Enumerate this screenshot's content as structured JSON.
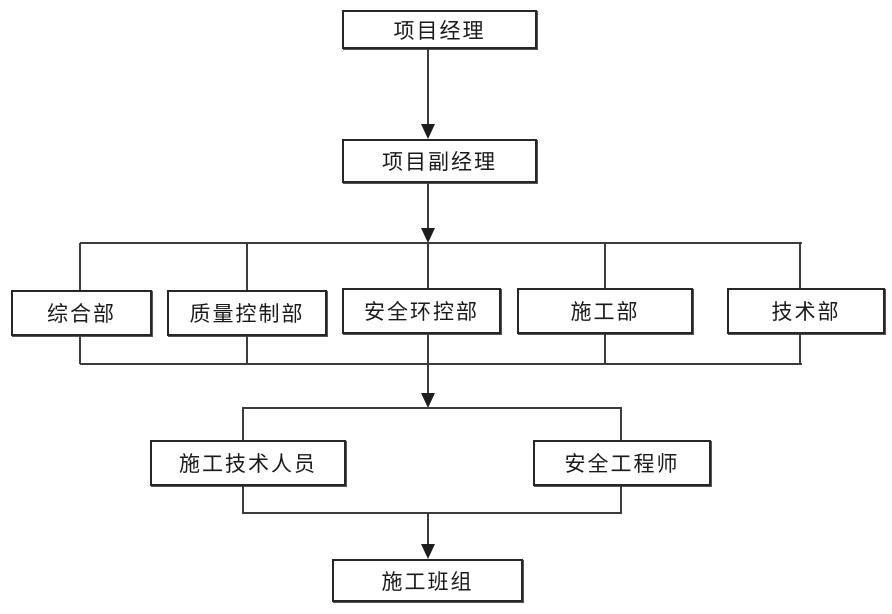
{
  "diagram": {
    "kind": "organization-flow-chart",
    "language": "zh-CN",
    "background_color": "#ffffff",
    "line_color": "#3c3c3c",
    "box_border_color": "#262626",
    "text_color": "#1a1a1a",
    "nodes": {
      "project_manager": {
        "label": "项目经理",
        "level": 1
      },
      "deputy_project_manager": {
        "label": "项目副经理",
        "level": 2
      },
      "general_dept": {
        "label": "综合部",
        "level": 3
      },
      "quality_control_dept": {
        "label": "质量控制部",
        "level": 3
      },
      "safety_env_control_dept": {
        "label": "安全环控部",
        "level": 3
      },
      "construction_dept": {
        "label": "施工部",
        "level": 3
      },
      "technology_dept": {
        "label": "技术部",
        "level": 3
      },
      "construction_tech_staff": {
        "label": "施工技术人员",
        "level": 4
      },
      "safety_engineer": {
        "label": "安全工程师",
        "level": 4
      },
      "construction_crew": {
        "label": "施工班组",
        "level": 5
      }
    },
    "edges": [
      {
        "from": "project_manager",
        "to": "deputy_project_manager",
        "arrow": true
      },
      {
        "from": "deputy_project_manager",
        "to": "general_dept",
        "arrow": true
      },
      {
        "from": "deputy_project_manager",
        "to": "quality_control_dept",
        "arrow": true
      },
      {
        "from": "deputy_project_manager",
        "to": "safety_env_control_dept",
        "arrow": true
      },
      {
        "from": "deputy_project_manager",
        "to": "construction_dept",
        "arrow": true
      },
      {
        "from": "deputy_project_manager",
        "to": "technology_dept",
        "arrow": true
      },
      {
        "from": "departments_group",
        "to": "construction_tech_staff",
        "arrow": true
      },
      {
        "from": "departments_group",
        "to": "safety_engineer",
        "arrow": true
      },
      {
        "from": "construction_tech_staff",
        "to": "construction_crew",
        "arrow": true
      },
      {
        "from": "safety_engineer",
        "to": "construction_crew",
        "arrow": true
      }
    ]
  }
}
